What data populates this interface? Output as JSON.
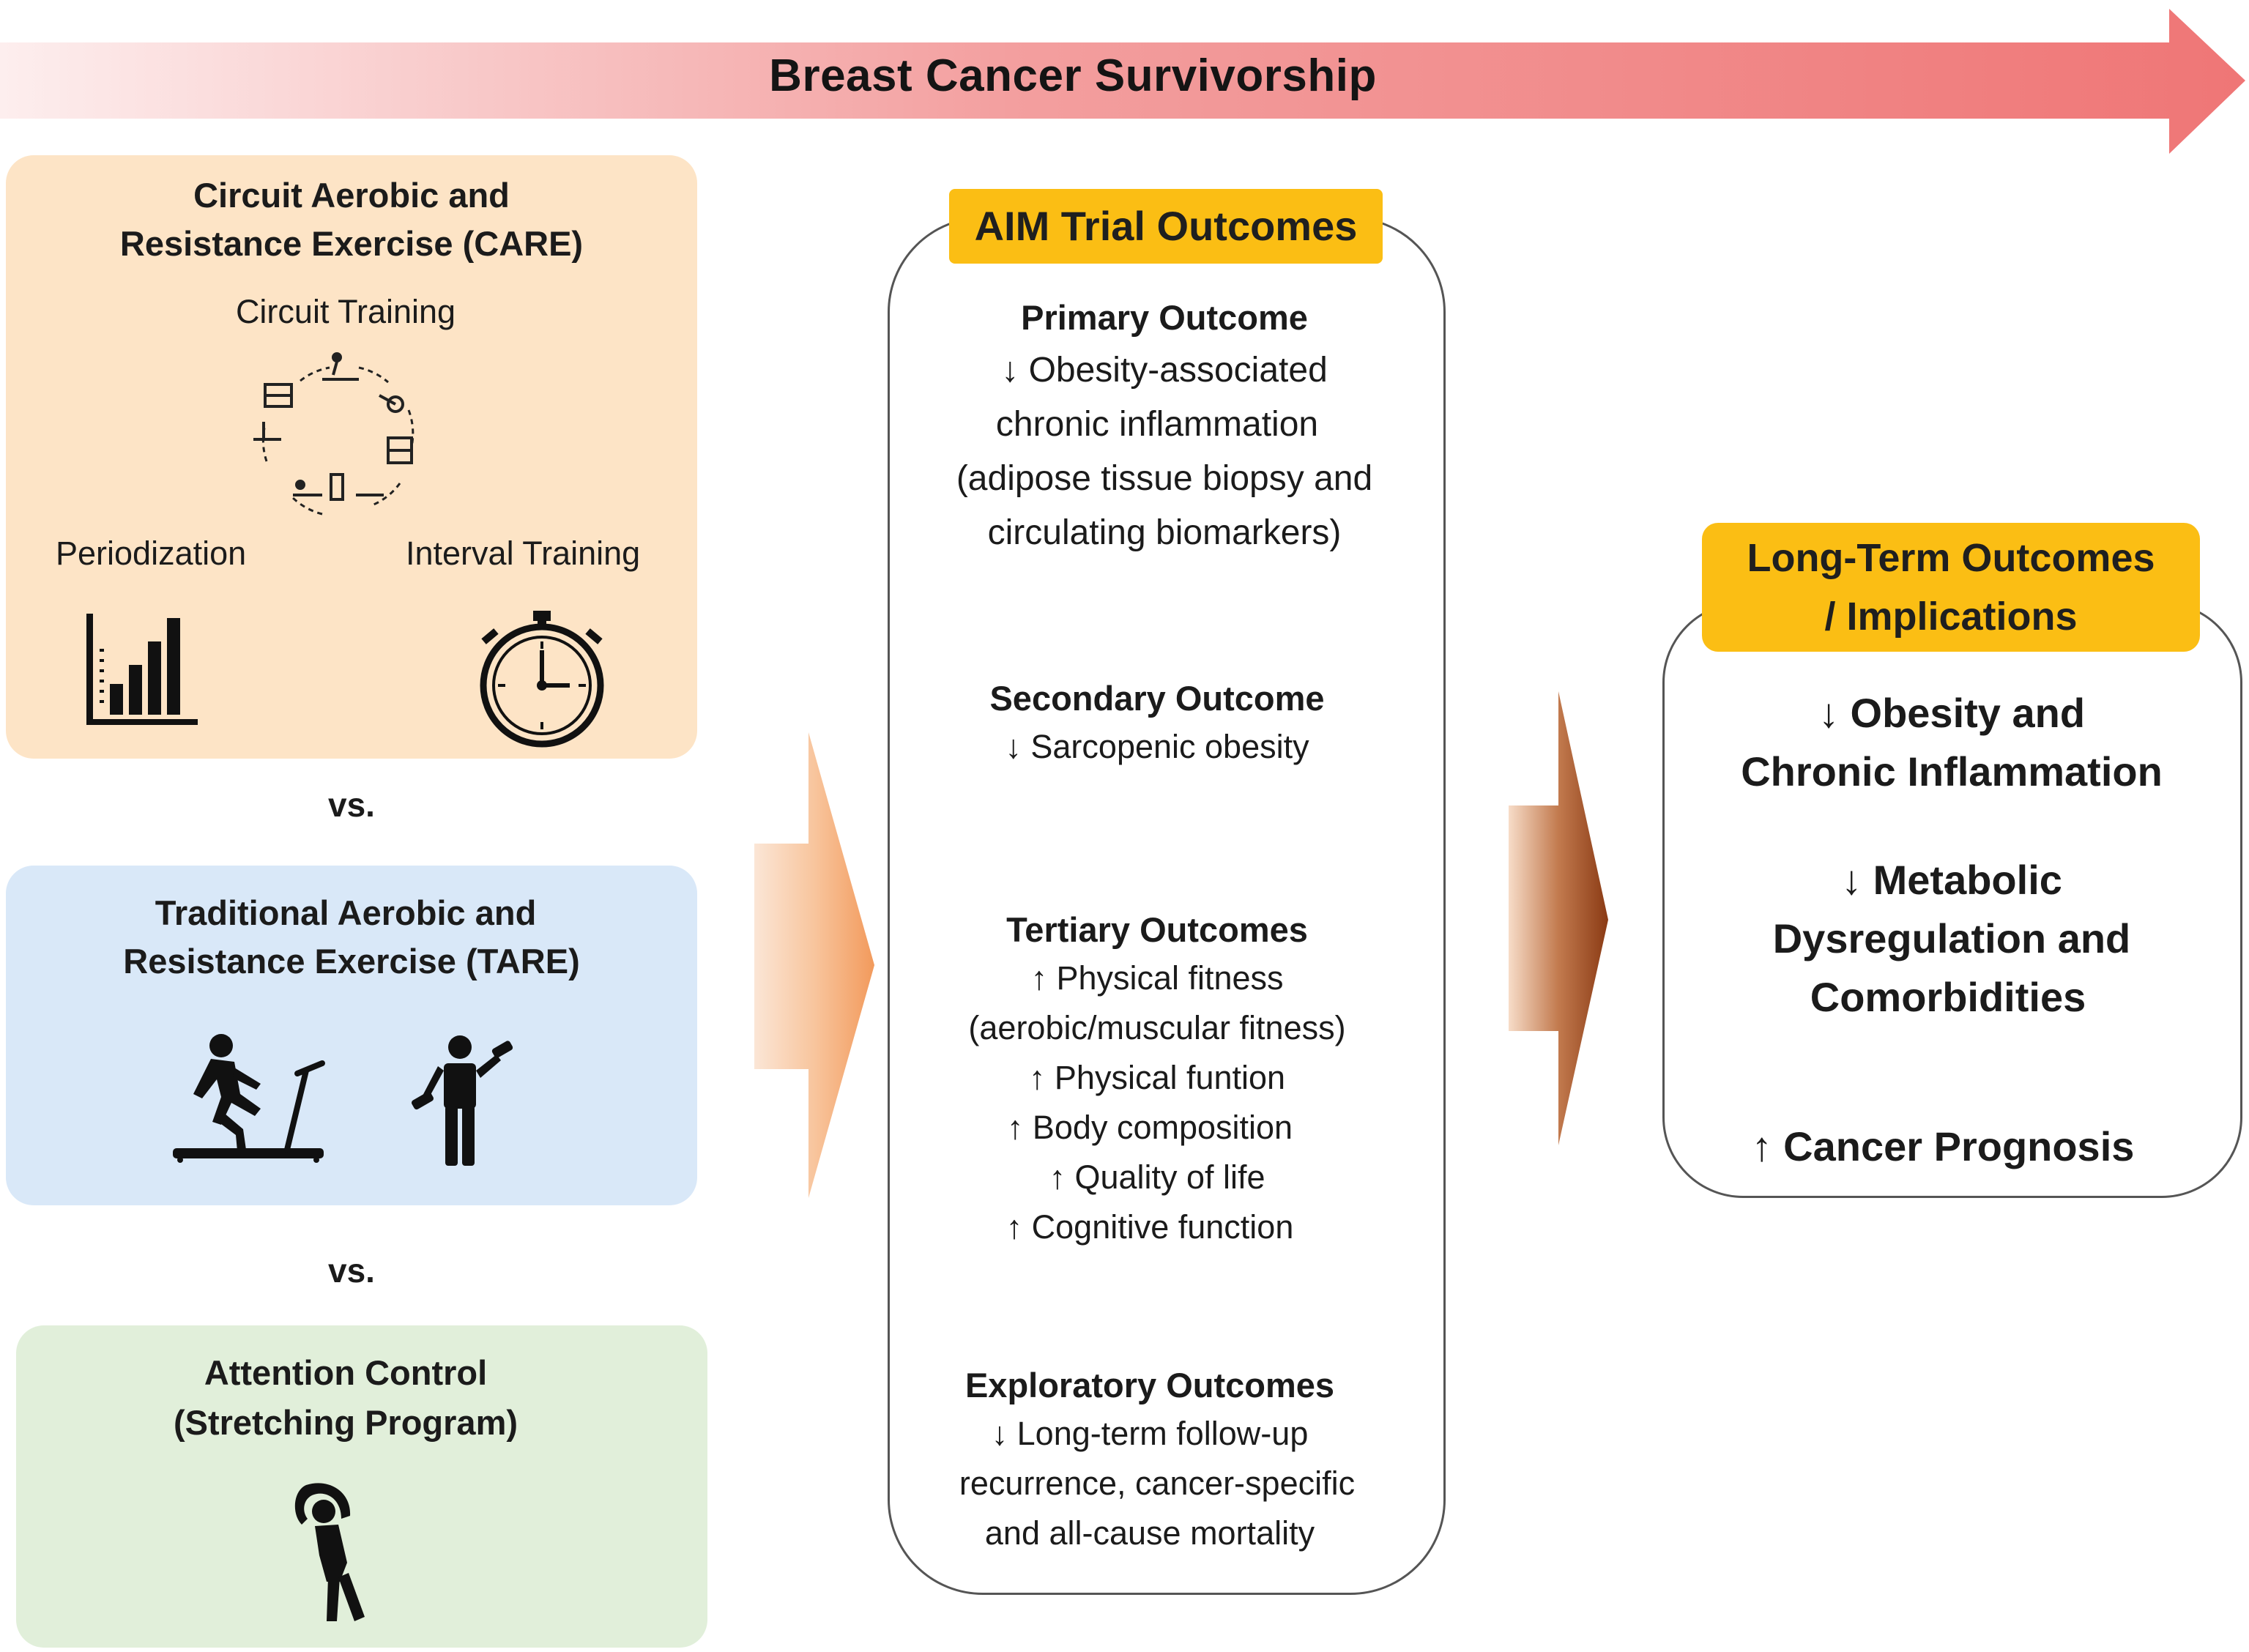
{
  "banner": {
    "title": "Breast Cancer Survivorship"
  },
  "care": {
    "title_line1": "Circuit Aerobic and",
    "title_line2": "Resistance Exercise (CARE)",
    "circuit_label": "Circuit Training",
    "periodization_label": "Periodization",
    "interval_label": "Interval Training",
    "icons": [
      "circuit-training-icon",
      "bar-chart-icon",
      "stopwatch-icon"
    ]
  },
  "vs1": "vs.",
  "tare": {
    "title_line1": "Traditional Aerobic and",
    "title_line2": "Resistance Exercise (TARE)",
    "icons": [
      "treadmill-runner-icon",
      "dumbbell-lifter-icon"
    ]
  },
  "vs2": "vs.",
  "control": {
    "title_line1": "Attention Control",
    "title_line2": "(Stretching Program)",
    "icons": [
      "stretching-person-icon"
    ]
  },
  "aim": {
    "badge": "AIM Trial Outcomes",
    "primary": {
      "heading": "Primary Outcome",
      "lines": [
        "↓ Obesity-associated",
        "chronic inflammation",
        "(adipose tissue biopsy and",
        "circulating biomarkers)"
      ]
    },
    "secondary": {
      "heading": "Secondary Outcome",
      "lines": [
        "↓ Sarcopenic obesity"
      ]
    },
    "tertiary": {
      "heading": "Tertiary Outcomes",
      "lines": [
        "↑ Physical fitness",
        "(aerobic/muscular fitness)",
        "↑ Physical funtion",
        "↑ Body composition",
        "↑ Quality of life",
        "↑ Cognitive function"
      ]
    },
    "exploratory": {
      "heading": "Exploratory Outcomes",
      "lines": [
        "↓ Long-term follow-up",
        "recurrence, cancer-specific",
        "and all-cause mortality"
      ]
    }
  },
  "long_term": {
    "badge_line1": "Long-Term Outcomes",
    "badge_line2": "/ Implications",
    "item1_line1": "↓ Obesity and",
    "item1_line2": "Chronic Inflammation",
    "item2_line1": "↓ Metabolic",
    "item2_line2": "Dysregulation and",
    "item2_line3": "Comorbidities",
    "item3": "↑ Cancer Prognosis"
  },
  "colors": {
    "banner_start": "#fde9e9",
    "banner_end": "#f07b7b",
    "care_bg": "#fde4c6",
    "tare_bg": "#d9e8f8",
    "control_bg": "#e1efda",
    "badge": "#fbbe14",
    "arrow1": "#f4a66c",
    "arrow2": "#8e3f19"
  }
}
